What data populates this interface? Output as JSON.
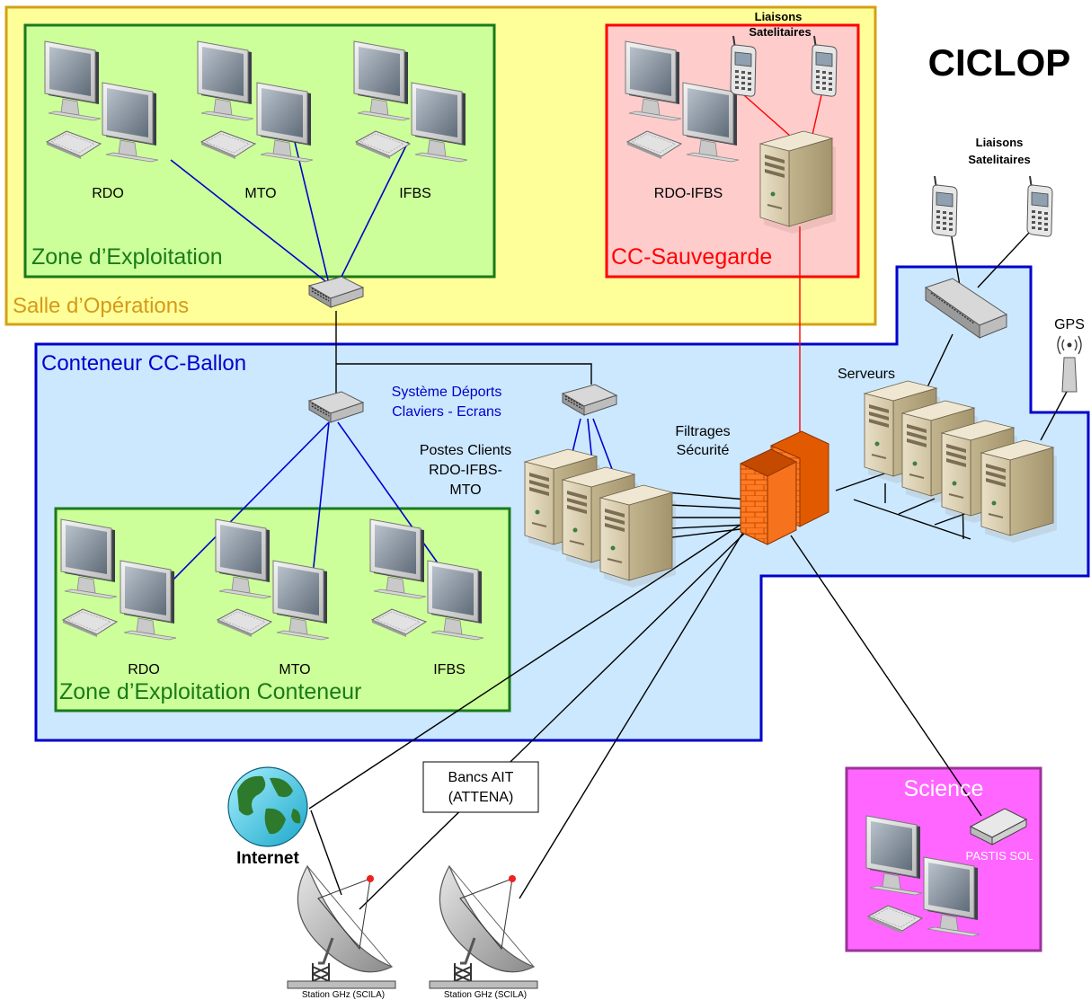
{
  "title": "CICLOP",
  "zones": {
    "salle": "Salle d’Opérations",
    "exploitation": "Zone d’Exploitation",
    "sauvegarde": "CC-Sauvegarde",
    "conteneur": "Conteneur CC-Ballon",
    "exploitation_conteneur": "Zone d’Exploitation Conteneur",
    "science": "Science"
  },
  "labels": {
    "rdo": "RDO",
    "mto": "MTO",
    "ifbs": "IFBS",
    "rdo_ifbs": "RDO-IFBS",
    "liaisons_1": "Liaisons",
    "liaisons_2": "Satelitaires",
    "gps": "GPS",
    "serveurs": "Serveurs",
    "filtrages_1": "Filtrages",
    "filtrages_2": "Sécurité",
    "systeme_1": "Système Déports",
    "systeme_2": "Claviers - Ecrans",
    "postes_1": "Postes Clients",
    "postes_2": "RDO-IFBS-",
    "postes_3": "MTO",
    "internet": "Internet",
    "bancs_1": "Bancs AIT",
    "bancs_2": "(ATTENA)",
    "pastis": "PASTIS SOL",
    "station": "Station GHz (SCILA)"
  },
  "colors": {
    "salle_fill": "#ffff99",
    "salle_border": "#d4a017",
    "exploitation_fill": "#ccff99",
    "exploitation_border": "#1a7a1a",
    "sauvegarde_fill": "#ffcccc",
    "sauvegarde_border": "#ff0000",
    "conteneur_fill": "#cce8ff",
    "conteneur_border": "#0000cc",
    "science_fill": "#ff66ff",
    "science_border": "#993399",
    "link_blue": "#0000cc",
    "link_red": "#ff0000",
    "firewall": "#ff6a13"
  }
}
